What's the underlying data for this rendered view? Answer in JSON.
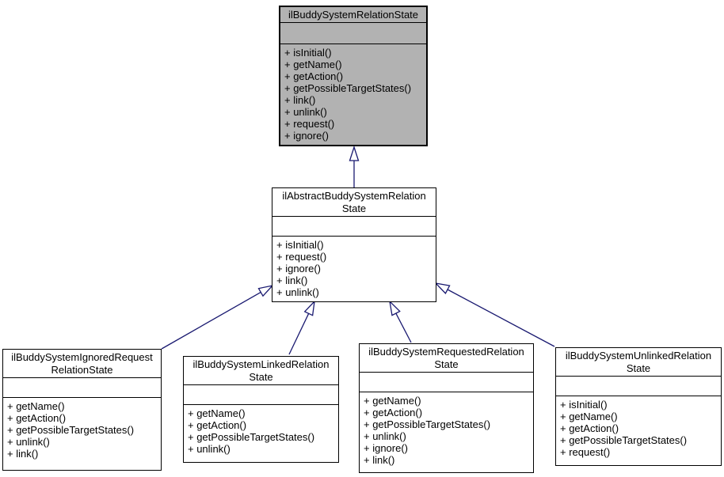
{
  "diagram": {
    "type": "uml-class-inheritance",
    "colors": {
      "arrow": "#191970",
      "border": "#000000",
      "box_fill": "#ffffff",
      "highlight_fill": "#b2b2b2"
    },
    "classes": [
      {
        "name": "ilBuddySystemRelationState",
        "title": "ilBuddySystemRelationState",
        "highlighted": true,
        "methods": [
          "+ isInitial()",
          "+ getName()",
          "+ getAction()",
          "+ getPossibleTargetStates()",
          "+ link()",
          "+ unlink()",
          "+ request()",
          "+ ignore()"
        ]
      },
      {
        "name": "ilAbstractBuddySystemRelationState",
        "title": "ilAbstractBuddySystemRelation\nState",
        "highlighted": false,
        "methods": [
          "+ isInitial()",
          "+ request()",
          "+ ignore()",
          "+ link()",
          "+ unlink()"
        ]
      },
      {
        "name": "ilBuddySystemIgnoredRequestRelationState",
        "title": "ilBuddySystemIgnoredRequest\nRelationState",
        "highlighted": false,
        "methods": [
          "+ getName()",
          "+ getAction()",
          "+ getPossibleTargetStates()",
          "+ unlink()",
          "+ link()"
        ]
      },
      {
        "name": "ilBuddySystemLinkedRelationState",
        "title": "ilBuddySystemLinkedRelation\nState",
        "highlighted": false,
        "methods": [
          "+ getName()",
          "+ getAction()",
          "+ getPossibleTargetStates()",
          "+ unlink()"
        ]
      },
      {
        "name": "ilBuddySystemRequestedRelationState",
        "title": "ilBuddySystemRequestedRelation\nState",
        "highlighted": false,
        "methods": [
          "+ getName()",
          "+ getAction()",
          "+ getPossibleTargetStates()",
          "+ unlink()",
          "+ ignore()",
          "+ link()"
        ]
      },
      {
        "name": "ilBuddySystemUnlinkedRelationState",
        "title": "ilBuddySystemUnlinkedRelation\nState",
        "highlighted": false,
        "methods": [
          "+ isInitial()",
          "+ getName()",
          "+ getAction()",
          "+ getPossibleTargetStates()",
          "+ request()"
        ]
      }
    ],
    "edges": [
      {
        "from": "ilAbstractBuddySystemRelationState",
        "to": "ilBuddySystemRelationState",
        "relation": "inheritance"
      },
      {
        "from": "ilBuddySystemIgnoredRequestRelationState",
        "to": "ilAbstractBuddySystemRelationState",
        "relation": "inheritance"
      },
      {
        "from": "ilBuddySystemLinkedRelationState",
        "to": "ilAbstractBuddySystemRelationState",
        "relation": "inheritance"
      },
      {
        "from": "ilBuddySystemRequestedRelationState",
        "to": "ilAbstractBuddySystemRelationState",
        "relation": "inheritance"
      },
      {
        "from": "ilBuddySystemUnlinkedRelationState",
        "to": "ilAbstractBuddySystemRelationState",
        "relation": "inheritance"
      }
    ]
  }
}
